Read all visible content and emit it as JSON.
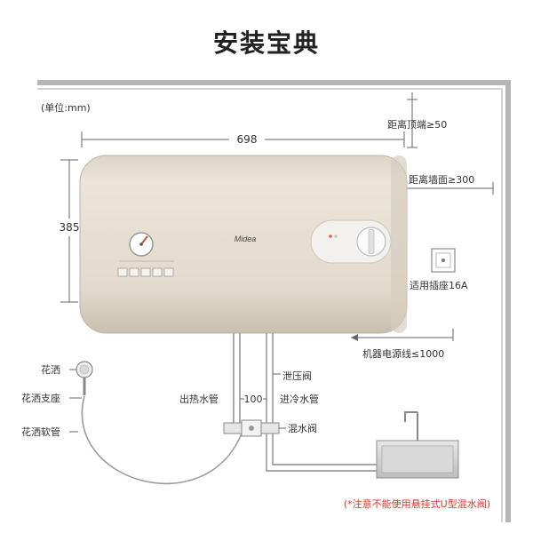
{
  "title": "安装宝典",
  "unit_label": "(单位:mm)",
  "dimensions": {
    "width": "698",
    "height": "385",
    "top_clearance": "距离顶端≥50",
    "wall_clearance": "距离墙面≥300",
    "pipe_spacing": "100"
  },
  "socket_label": "适用插座16A",
  "power_cord_label": "机器电源线≤1000",
  "pipes": {
    "relief_valve": "泄压阀",
    "hot_outlet": "出热水管",
    "cold_inlet": "进冷水管",
    "mixing_valve": "混水阀"
  },
  "shower": {
    "head": "花洒",
    "bracket": "花洒支座",
    "hose": "花洒软管"
  },
  "brand": "Midea",
  "note": "(*注意不能使用悬挂式U型混水阀)",
  "colors": {
    "tank": "#e4dccf",
    "tank_shade": "#cfc6b8",
    "wall": "#b5b5b5",
    "note_red": "#d8362a",
    "dial_red": "#d64a3a"
  }
}
